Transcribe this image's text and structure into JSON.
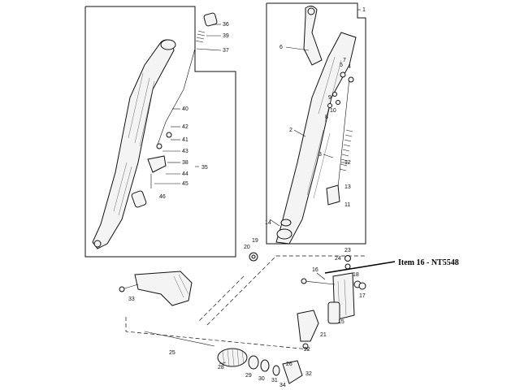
{
  "annotation": {
    "text": "Item 16 - NT5548"
  },
  "callouts": {
    "c1": "1",
    "c2": "2",
    "c3": "3",
    "c4": "4",
    "c5": "5",
    "c6": "6",
    "c7": "7",
    "c8": "8",
    "c9": "9",
    "c10": "10",
    "c11": "11",
    "c12": "12",
    "c13": "13",
    "c14": "14",
    "c15": "15",
    "c16": "16",
    "c17": "17",
    "c18": "18",
    "c19": "19",
    "c20": "20",
    "c21": "21",
    "c22": "22",
    "c23": "23",
    "c24": "24",
    "c25": "25",
    "c26": "26",
    "c28": "28",
    "c29": "29",
    "c30": "30",
    "c31": "31",
    "c32": "32",
    "c33": "33",
    "c34": "34",
    "c35": "35",
    "c36": "36",
    "c37": "37",
    "c38": "38",
    "c39": "39",
    "c40": "40",
    "c41": "41",
    "c42": "42",
    "c43": "43",
    "c44": "44",
    "c45": "45",
    "c46": "46"
  }
}
